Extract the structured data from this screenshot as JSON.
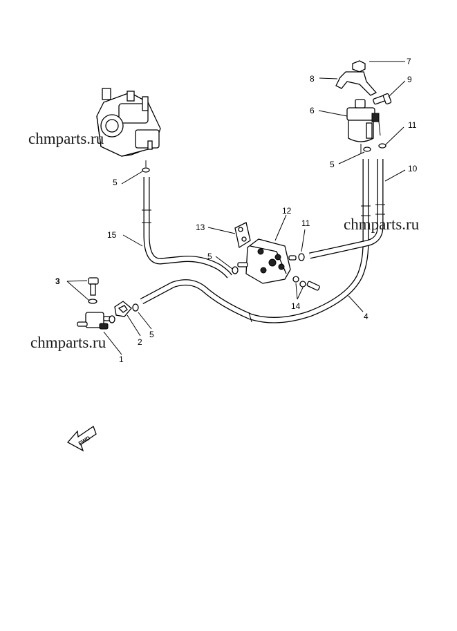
{
  "watermarks": [
    "chmparts.ru",
    "chmparts.ru",
    "chmparts.ru"
  ],
  "callouts": {
    "c1": "1",
    "c2": "2",
    "c3": "3",
    "c4": "4",
    "c5a": "5",
    "c5b": "5",
    "c5c": "5",
    "c5d": "5",
    "c6": "6",
    "c7": "7",
    "c8": "8",
    "c9": "9",
    "c10": "10",
    "c11a": "11",
    "c11b": "11",
    "c12": "12",
    "c13": "13",
    "c14": "14",
    "c15": "15"
  },
  "direction_arrow": {
    "label": "FWD"
  }
}
